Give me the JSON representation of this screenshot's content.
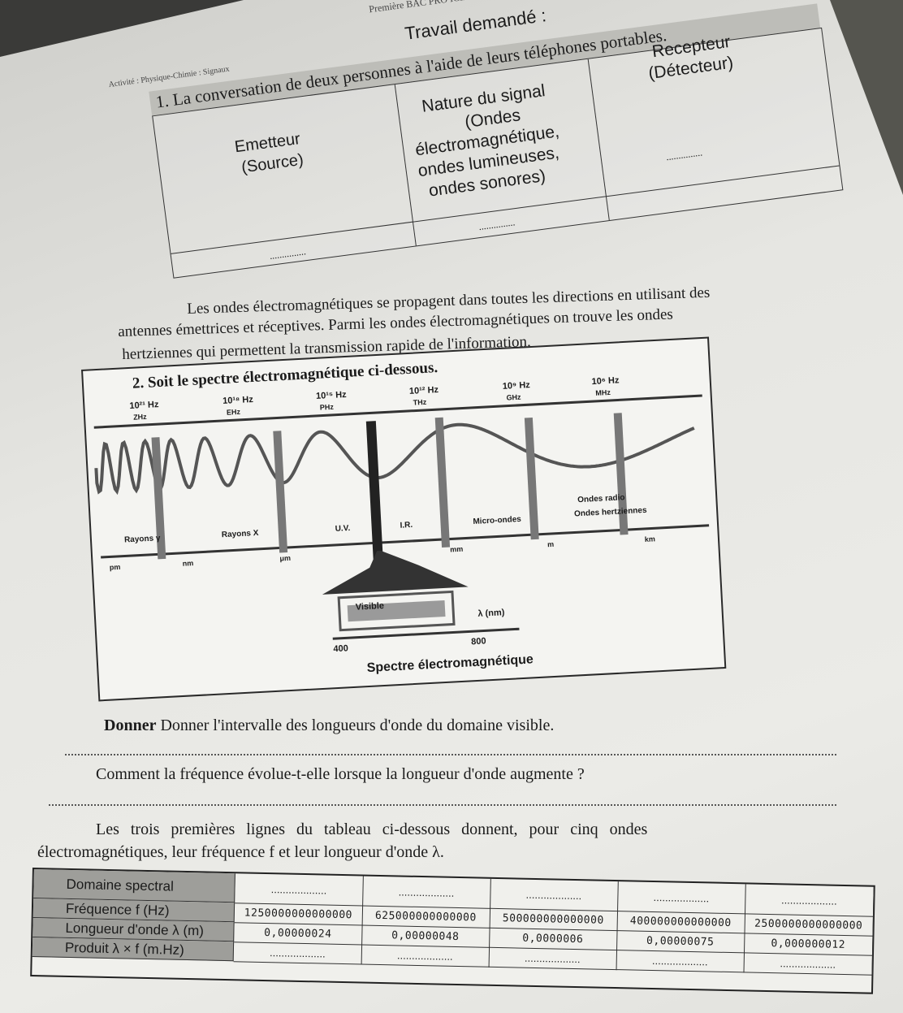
{
  "header": {
    "top_strip": "Première BAC PRO ICIEL LYCEE Maryse CONDE SARCELLES",
    "activity": "Activité : Physique-Chimie : Signaux"
  },
  "work": {
    "heading": "Travail demandé :",
    "q1": "1. La conversation de deux personnes à l'aide de leurs téléphones portables.",
    "table": {
      "col_source": [
        "Emetteur",
        "(Source)"
      ],
      "col_signal": [
        "Nature du signal",
        "(Ondes",
        "électromagnétique,",
        "ondes lumineuses,",
        "ondes sonores)"
      ],
      "col_receiver": [
        "Recepteur",
        "(Détecteur)"
      ],
      "blank": "..............."
    }
  },
  "paragraph": {
    "line1": "Les ondes électromagnétiques se propagent dans toutes les directions en utilisant des",
    "line2": "antennes émettrices et réceptives. Parmi les ondes électromagnétiques on trouve les ondes",
    "line3": "hertziennes qui permettent la transmission rapide de l'information."
  },
  "q2": {
    "intro": "2. Soit le spectre électromagnétique ci-dessous.",
    "spectrum": {
      "freq_labels": [
        "10²¹ Hz",
        "10¹⁸ Hz",
        "10¹⁵ Hz",
        "10¹² Hz",
        "10⁹ Hz",
        "10⁶ Hz"
      ],
      "freq_units": [
        "ZHz",
        "EHz",
        "PHz",
        "THz",
        "GHz",
        "MHz"
      ],
      "domains": [
        "Rayons γ",
        "Rayons X",
        "U.V.",
        "I.R.",
        "Micro-ondes",
        "Ondes radio",
        "Ondes hertziennes"
      ],
      "length_labels": [
        "pm",
        "nm",
        "μm",
        "mm",
        "m",
        "km"
      ],
      "visible_label": "Visible",
      "visible_min": "400",
      "visible_max": "800",
      "lambda_unit": "λ (nm)",
      "caption": "Spectre électromagnétique"
    },
    "ask_visible": "Donner l'intervalle des longueurs d'onde du domaine visible.",
    "ask_frequency": "Comment la fréquence évolue-t-elle lorsque la longueur d'onde augmente ?",
    "ask_table_line1": "Les trois premières lignes du tableau ci-dessous donnent, pour cinq ondes",
    "ask_table_line2": "électromagnétiques, leur fréquence f et leur longueur d'onde λ."
  },
  "table2": {
    "row_labels": [
      "Domaine spectral",
      "Fréquence f (Hz)",
      "Longueur d'onde λ (m)",
      "Produit λ × f (m.Hz)"
    ],
    "frequencies": [
      "1250000000000000",
      "625000000000000",
      "500000000000000",
      "400000000000000",
      "2500000000000000"
    ],
    "wavelengths": [
      "0,00000024",
      "0,00000048",
      "0,0000006",
      "0,00000075",
      "0,000000012"
    ],
    "blank": "..................."
  }
}
